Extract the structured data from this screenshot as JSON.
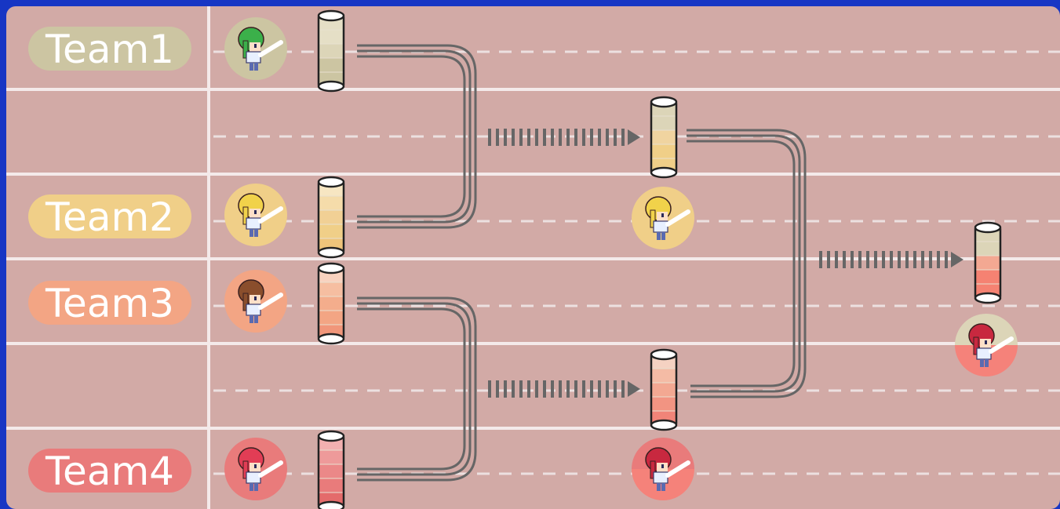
{
  "board": {
    "background_color": "#d2aaa6",
    "frame_color": "#1736c4",
    "lane_line_color": "#f4eaea",
    "connector_color": "#6a6a6a"
  },
  "teams": [
    {
      "label": "Team1",
      "label_bg": "#ccc5a2",
      "avatar_bg": "#ccc5a2",
      "hair": "#3bb04a",
      "hair_style": "ponytail-green",
      "bars": [
        "#e5dfc6",
        "#e5dfc6",
        "#dcd5b8",
        "#ccc5a2",
        "#ccc5a2"
      ]
    },
    {
      "label": "Team2",
      "label_bg": "#f0cf88",
      "avatar_bg": "#f0cf88",
      "hair": "#f1d24a",
      "hair_style": "blonde",
      "bars": [
        "#f7e6c2",
        "#f5dcaa",
        "#f1d095",
        "#f0cf88",
        "#eec47a"
      ]
    },
    {
      "label": "Team3",
      "label_bg": "#f3a584",
      "avatar_bg": "#f3a584",
      "hair": "#8a4e2c",
      "hair_style": "brown",
      "bars": [
        "#f9d2bf",
        "#f6bea1",
        "#f4ad8c",
        "#f3a584",
        "#f1967a"
      ]
    },
    {
      "label": "Team4",
      "label_bg": "#e97b7b",
      "avatar_bg": "#e97b7b",
      "hair": "#e23d55",
      "hair_style": "pink",
      "bars": [
        "#f2b0b0",
        "#ee9a9a",
        "#eb8888",
        "#e97b7b",
        "#e46b6b"
      ]
    }
  ],
  "semifinals": [
    {
      "winner_label": "Team2",
      "avatar_bg": "#f0cf88",
      "hair": "#f1d24a",
      "bars": [
        "#dcd5b8",
        "#dcd5b8",
        "#f0d4a0",
        "#f0cf88",
        "#f0cf88"
      ]
    },
    {
      "winner_label": "Team4",
      "avatar_bg_top": "#e97b7b",
      "avatar_bg_bottom": "#f5827a",
      "hair": "#c8283f",
      "bars": [
        "#f5d2c2",
        "#f4bba5",
        "#f3a892",
        "#f29482",
        "#f08478"
      ]
    }
  ],
  "final": {
    "winner_label": "Team4",
    "avatar_bg_top": "#dcd5b8",
    "avatar_bg_bottom": "#f5827a",
    "hair": "#c8283f",
    "bars": [
      "#dcd5b8",
      "#dcd5b8",
      "#f3a892",
      "#f58272",
      "#f58272"
    ]
  }
}
